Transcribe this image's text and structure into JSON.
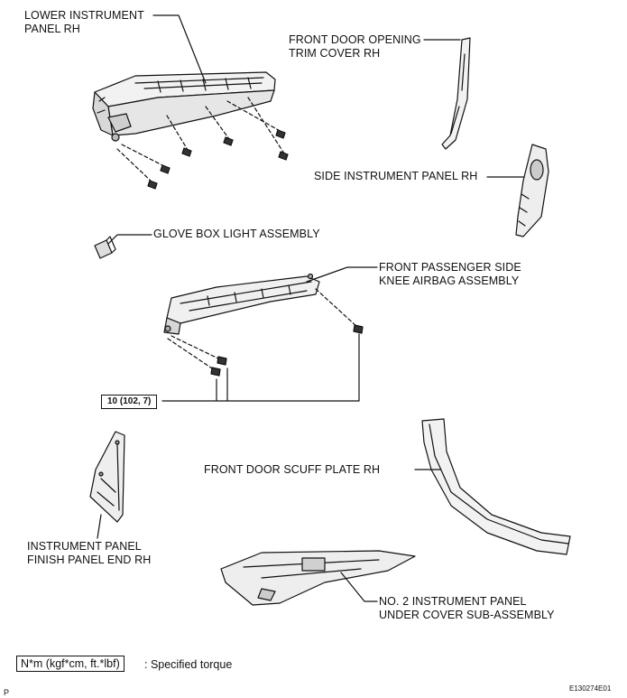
{
  "labels": {
    "lower_instrument_panel": [
      "LOWER INSTRUMENT",
      "PANEL RH"
    ],
    "front_door_opening_trim": [
      "FRONT DOOR OPENING",
      "TRIM COVER RH"
    ],
    "side_instrument_panel": "SIDE INSTRUMENT PANEL RH",
    "glove_box_light": "GLOVE BOX LIGHT ASSEMBLY",
    "knee_airbag": [
      "FRONT PASSENGER SIDE",
      "KNEE AIRBAG ASSEMBLY"
    ],
    "scuff_plate": "FRONT DOOR SCUFF PLATE RH",
    "finish_panel_end": [
      "INSTRUMENT PANEL",
      "FINISH PANEL END RH"
    ],
    "under_cover": [
      "NO. 2 INSTRUMENT PANEL",
      "UNDER COVER SUB-ASSEMBLY"
    ]
  },
  "torque": "10 (102, 7)",
  "legend": {
    "box": "N*m (kgf*cm, ft.*lbf)",
    "text": ": Specified torque"
  },
  "corner_left": "P",
  "figure_id": "E130274E01"
}
